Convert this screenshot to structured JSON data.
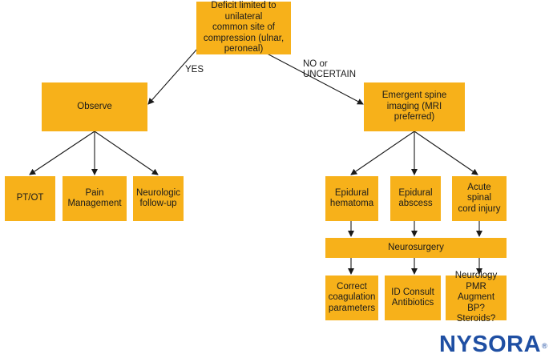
{
  "nodes": {
    "deficit": "Deficit limited to unilateral\ncommon site of\ncompression (ulnar,\nperoneal)",
    "observe": "Observe",
    "imaging": "Emergent spine\nimaging (MRI\npreferred)",
    "ptot": "PT/OT",
    "pain": "Pain\nManagement",
    "neuro_followup": "Neurologic\nfollow-up",
    "hematoma": "Epidural\nhematoma",
    "abscess": "Epidural\nabscess",
    "sci": "Acute spinal\ncord injury",
    "neurosurgery": "Neurosurgery",
    "coag": "Correct\ncoagulation\nparameters",
    "id": "ID Consult\nAntibiotics",
    "neurology": "Neurology\nPMR\nAugment BP?\nSteroids?"
  },
  "edges": {
    "yes": "YES",
    "no": "NO or\nUNCERTAIN"
  },
  "logo": {
    "text": "NYSORA",
    "mark": "®",
    "color": "#1f4fa3"
  },
  "colors": {
    "box": "#f7b11a",
    "arrow": "#1a1a1a"
  }
}
